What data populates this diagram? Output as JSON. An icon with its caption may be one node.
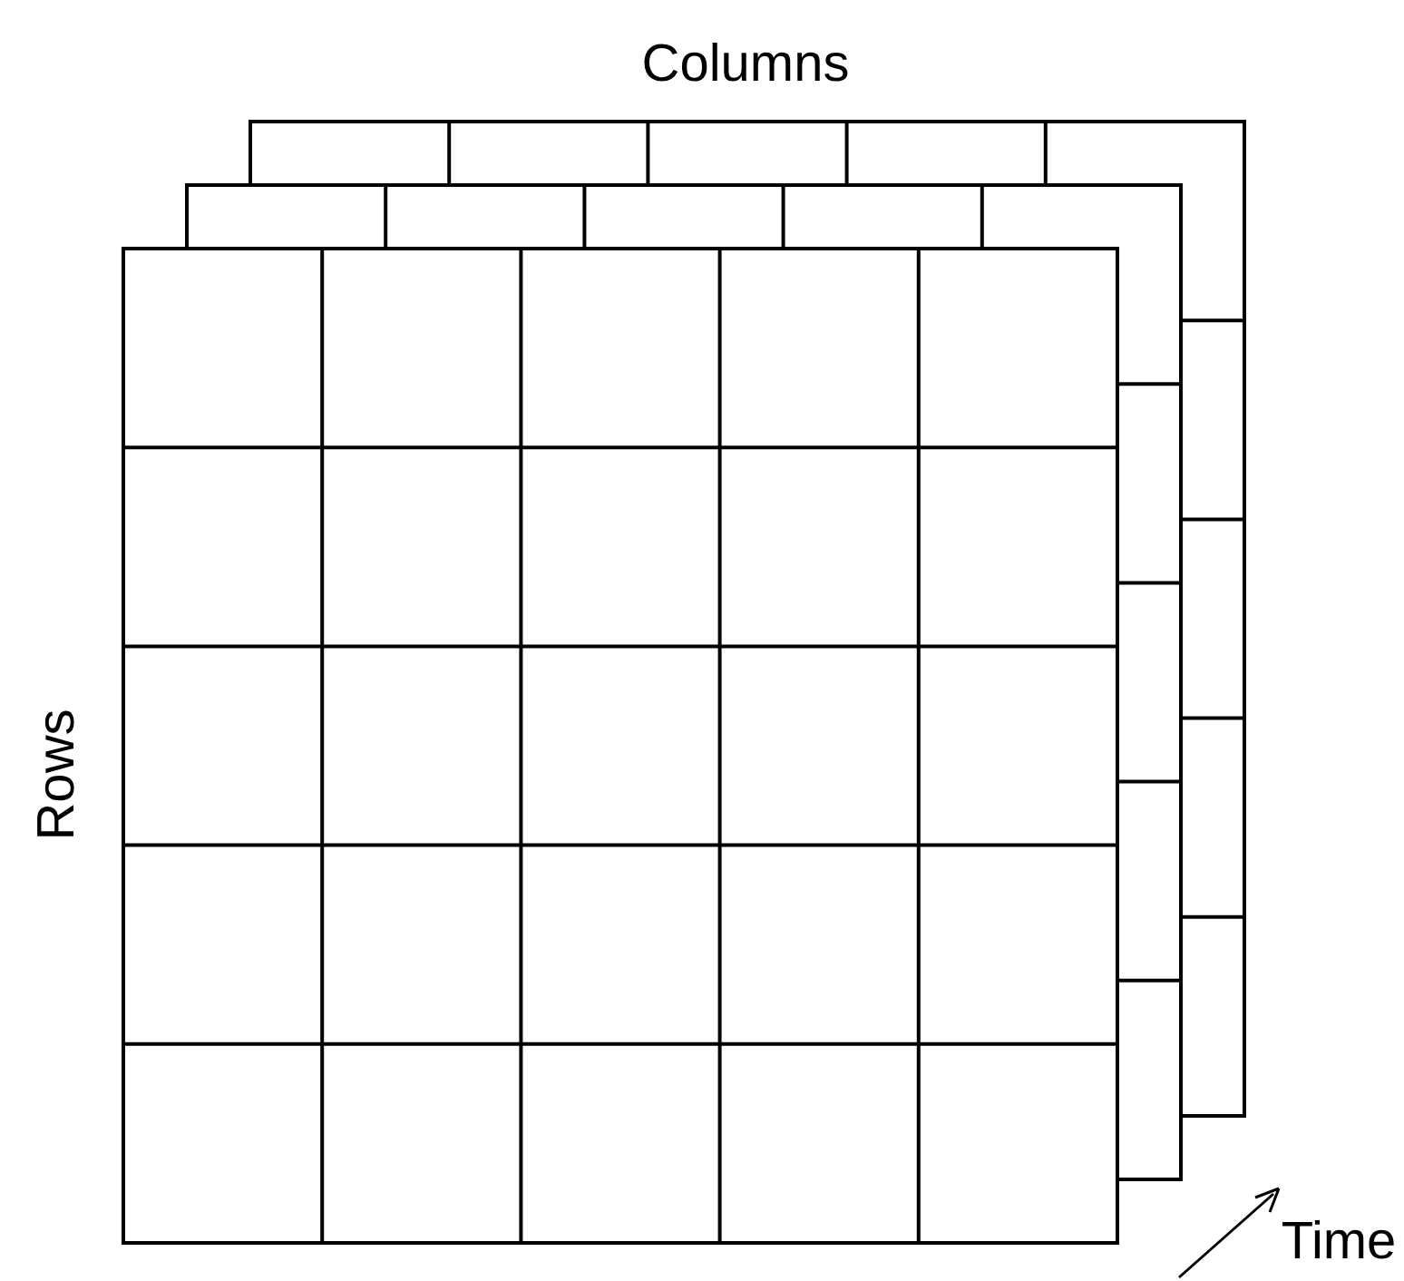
{
  "diagram": {
    "labels": [
      "Columns",
      "Rows",
      "Time"
    ]
  }
}
